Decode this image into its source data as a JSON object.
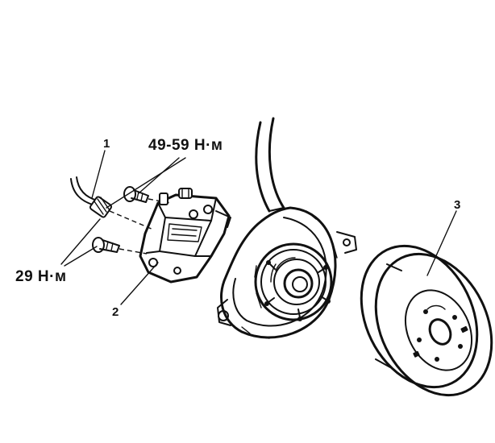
{
  "callouts": {
    "part_1": "1",
    "part_2": "2",
    "part_3": "3"
  },
  "torque": {
    "caliper_bolts": "49-59 Н·м",
    "hose_fitting": "29 Н·м"
  }
}
